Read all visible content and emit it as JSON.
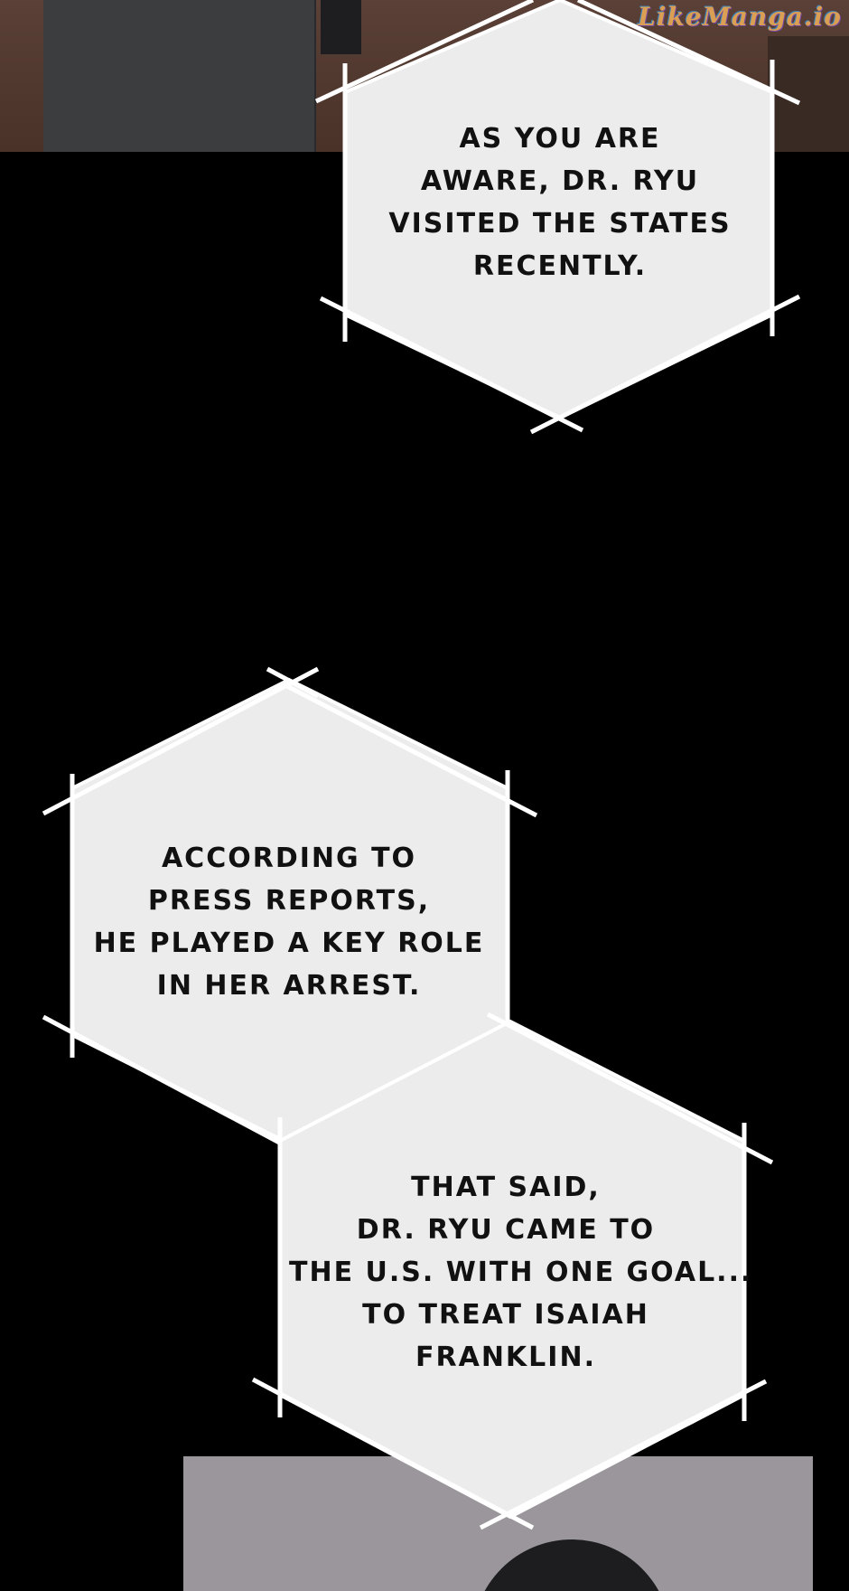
{
  "watermark": "LikeManga.io",
  "captions": [
    {
      "lines": [
        "AS YOU ARE",
        "AWARE, DR. RYU",
        "VISITED THE STATES",
        "RECENTLY."
      ]
    },
    {
      "lines": [
        "ACCORDING TO",
        "PRESS REPORTS,",
        "HE PLAYED A KEY ROLE",
        "IN HER ARREST."
      ]
    },
    {
      "lines": [
        "THAT SAID,",
        "DR. RYU CAME TO",
        "THE U.S. WITH ONE GOAL...",
        "TO TREAT ISAIAH",
        "FRANKLIN."
      ]
    }
  ],
  "colors": {
    "background": "#000000",
    "bubble_fill": "#ececec",
    "bubble_stroke": "#ffffff",
    "text": "#111111"
  }
}
